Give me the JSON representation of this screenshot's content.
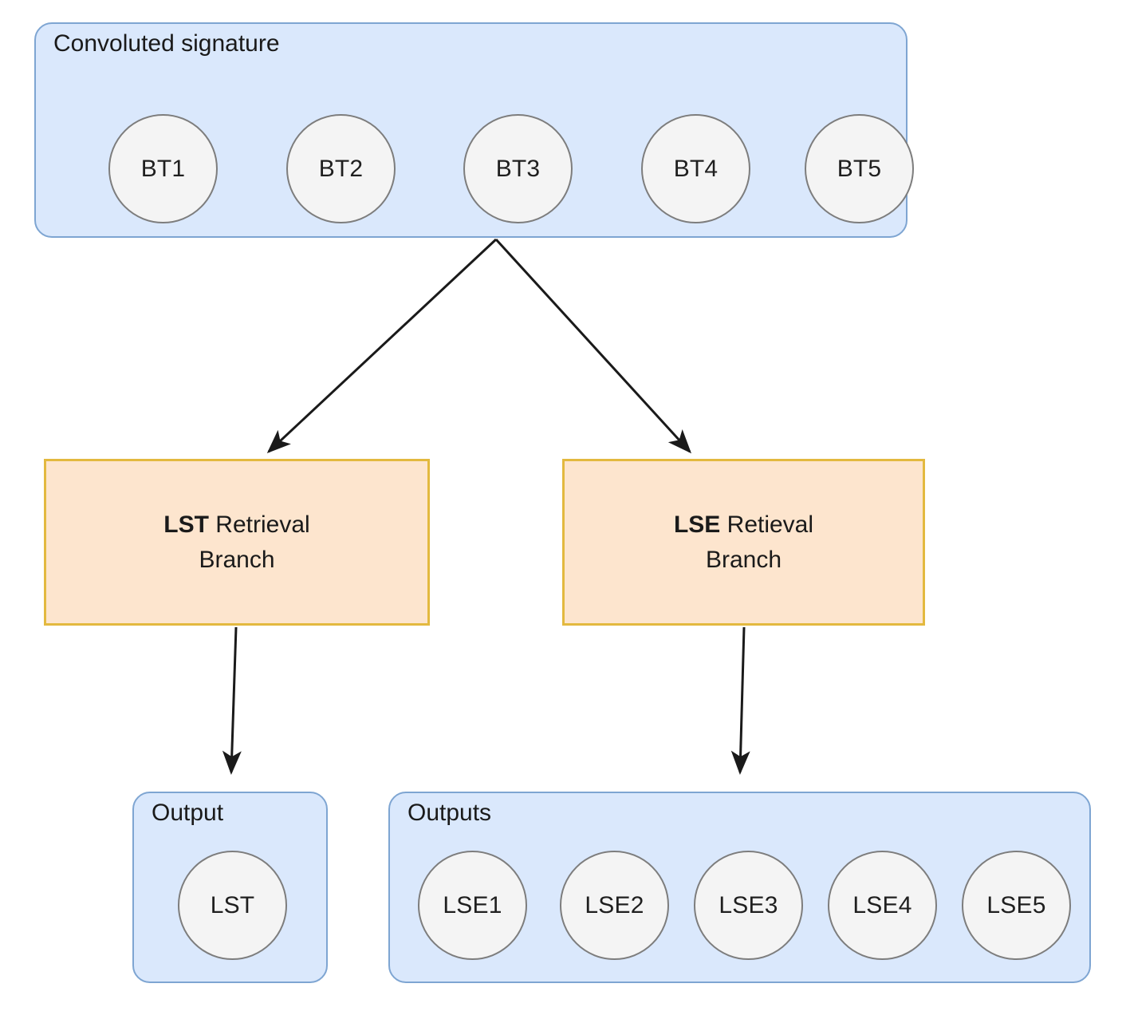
{
  "diagram": {
    "title": "Convoluted signature branching retrieval diagram",
    "colors": {
      "group_fill": "#dae8fc",
      "group_border": "#7ea5d2",
      "branch_fill": "#fde5ce",
      "branch_border": "#e3b93f",
      "node_fill": "#f4f4f4",
      "node_border": "#7d7d7d",
      "arrow": "#1a1a1a",
      "background": "#ffffff"
    }
  },
  "signature_group": {
    "label": "Convoluted signature",
    "nodes": [
      {
        "label": "BT1"
      },
      {
        "label": "BT2"
      },
      {
        "label": "BT3"
      },
      {
        "label": "BT4"
      },
      {
        "label": "BT5"
      }
    ]
  },
  "branches": [
    {
      "name": "lst-branch",
      "emphasis": "LST",
      "rest": " Retrieval",
      "line2": "Branch"
    },
    {
      "name": "lse-branch",
      "emphasis": "LSE",
      "rest": " Retieval",
      "line2": "Branch"
    }
  ],
  "output_single": {
    "label": "Output",
    "nodes": [
      {
        "label": "LST"
      }
    ]
  },
  "output_multi": {
    "label": "Outputs",
    "nodes": [
      {
        "label": "LSE1"
      },
      {
        "label": "LSE2"
      },
      {
        "label": "LSE3"
      },
      {
        "label": "LSE4"
      },
      {
        "label": "LSE5"
      }
    ]
  }
}
